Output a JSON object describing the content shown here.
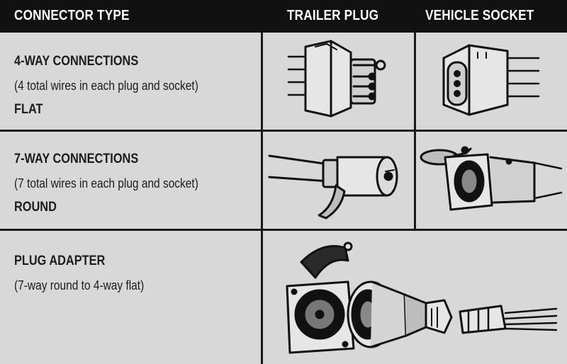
{
  "header": {
    "col_connector": "CONNECTOR TYPE",
    "col_trailer": "TRAILER PLUG",
    "col_vehicle": "VEHICLE SOCKET"
  },
  "rows": [
    {
      "title": "4-WAY CONNECTIONS",
      "subtitle": "(4 total wires in each plug and socket)",
      "shape": "FLAT"
    },
    {
      "title": "7-WAY CONNECTIONS",
      "subtitle": "(7 total wires in each plug and socket)",
      "shape": "ROUND"
    },
    {
      "title": "PLUG ADAPTER",
      "subtitle": "(7-way round to 4-way flat)"
    }
  ],
  "colors": {
    "header_bg": "#111111",
    "cell_bg": "#d8d8d8",
    "text": "#1c1c1c"
  }
}
